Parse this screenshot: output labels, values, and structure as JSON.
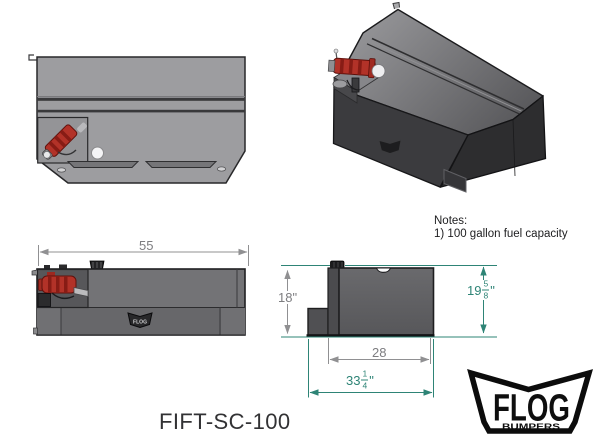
{
  "title": {
    "part_number": "FIFT-SC-100"
  },
  "notes": {
    "heading": "Notes:",
    "items": [
      "1) 100 gallon fuel capacity"
    ]
  },
  "dimensions": {
    "front_width": "55",
    "front_height": "18\"",
    "depth": "28",
    "overall_height": {
      "whole": "19",
      "numerator": "5",
      "denominator": "8",
      "unit": "\""
    },
    "overall_length": {
      "whole": "33",
      "numerator": "1",
      "denominator": "4",
      "unit": "\""
    }
  },
  "logo": {
    "brand": "FLOG",
    "tagline": "BUMPERS"
  },
  "colors": {
    "dimension_teal": "#2e8476",
    "dimension_gray": "#909092",
    "tank_red": "#b23228",
    "tank_gray_light": "#9d9da0",
    "tank_gray_dark": "#3b3b3e"
  }
}
